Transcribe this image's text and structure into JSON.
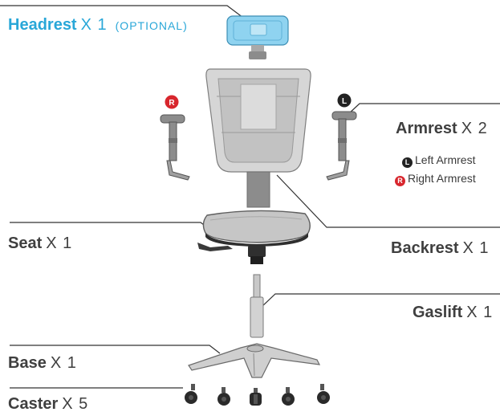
{
  "parts": {
    "headrest": {
      "name": "Headrest",
      "qty": "X 1",
      "note": "(OPTIONAL)"
    },
    "armrest": {
      "name": "Armrest",
      "qty": "X 2"
    },
    "seat": {
      "name": "Seat",
      "qty": "X 1"
    },
    "backrest": {
      "name": "Backrest",
      "qty": "X 1"
    },
    "gaslift": {
      "name": "Gaslift",
      "qty": "X 1"
    },
    "base": {
      "name": "Base",
      "qty": "X 1"
    },
    "caster": {
      "name": "Caster",
      "qty": "X 5"
    }
  },
  "legend": {
    "left": {
      "badge": "L",
      "text": "Left Armrest"
    },
    "right": {
      "badge": "R",
      "text": "Right Armrest"
    }
  },
  "colors": {
    "accent": "#29a7d8",
    "headrest_fill": "#8fd3f0",
    "part_gray": "#8c8c8c",
    "mesh_gray": "#c9c9c9",
    "right_badge": "#d8262d",
    "left_badge": "#222222"
  }
}
